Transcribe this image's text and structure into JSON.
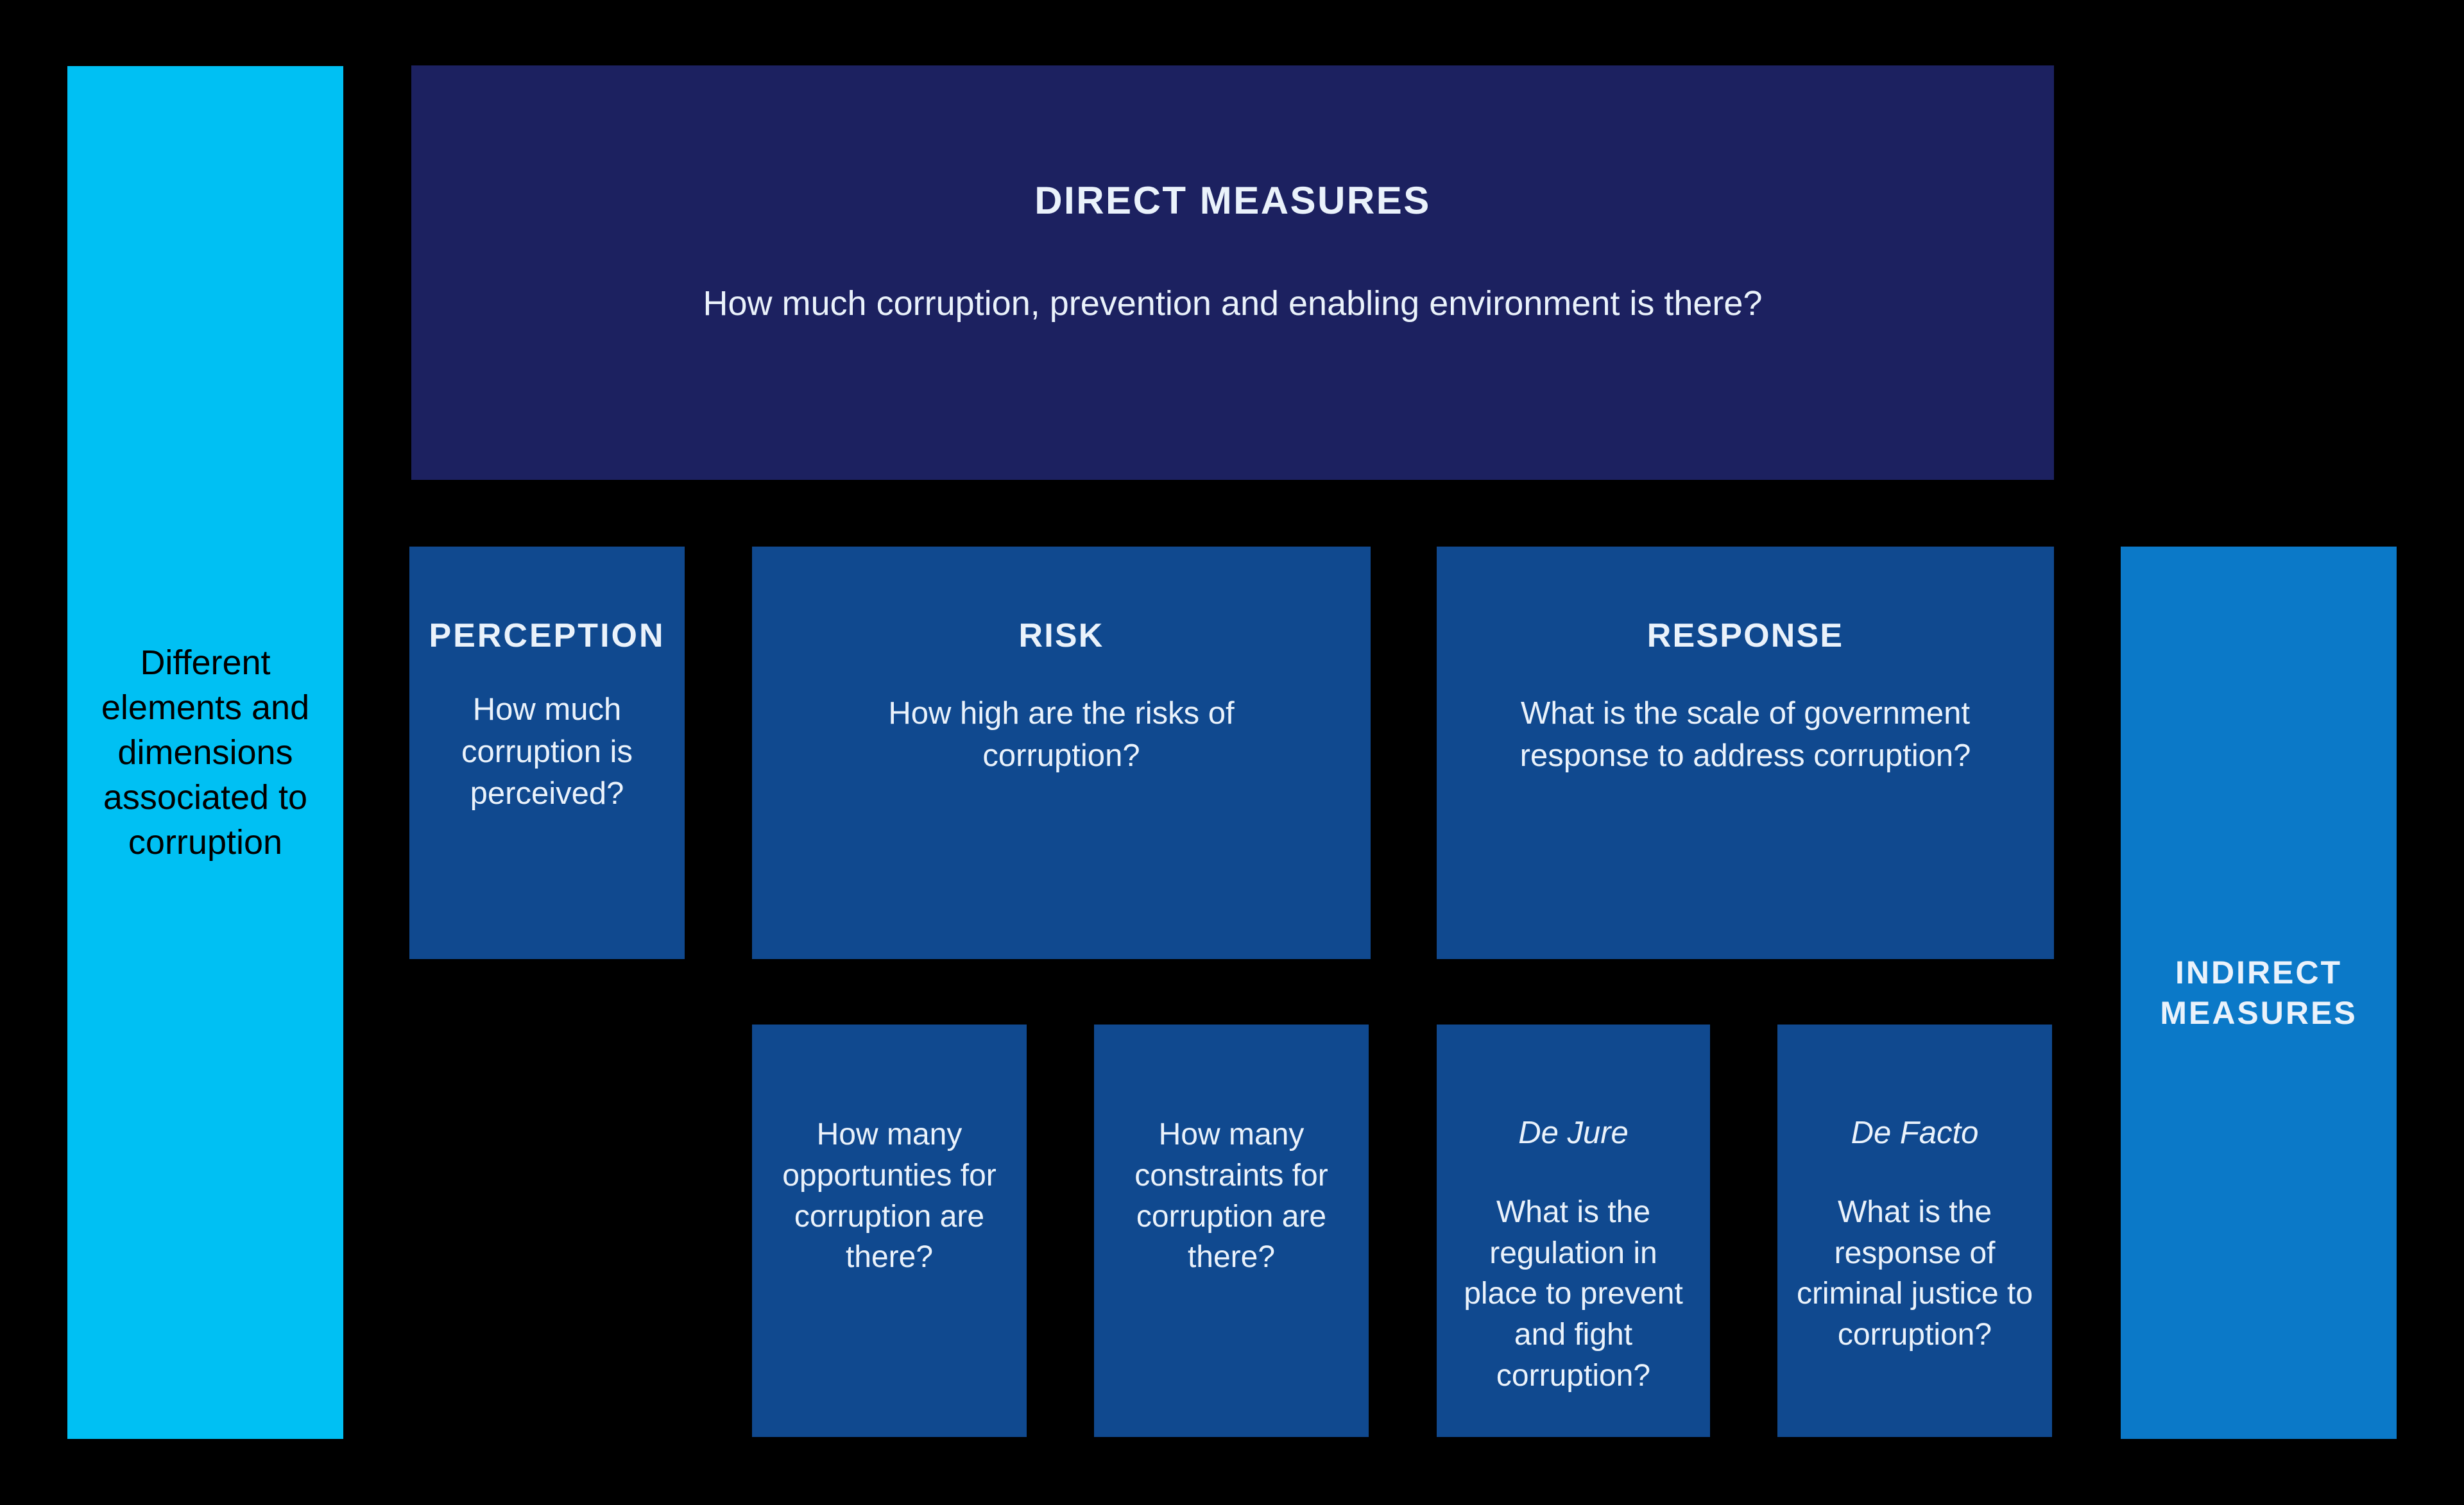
{
  "diagram": {
    "background_color": "#000000",
    "left_spine": {
      "text": "Different elements and dimensions associated to corruption",
      "color": "#00c0f3"
    },
    "direct_measures": {
      "title": "DIRECT MEASURES",
      "question": "How much corruption, prevention and enabling environment is there?",
      "color": "#1c2160"
    },
    "pillars": [
      {
        "title": "PERCEPTION",
        "question": "How much corruption is perceived?",
        "color": "#10498f"
      },
      {
        "title": "RISK",
        "question": "How high are the risks of corruption?",
        "color": "#10498f"
      },
      {
        "title": "RESPONSE",
        "question": "What is the scale of government response to address corruption?",
        "color": "#10498f"
      }
    ],
    "leaves": [
      {
        "label": "",
        "question": "How many opportunties for corruption are there?",
        "color": "#10498f"
      },
      {
        "label": "",
        "question": "How many constraints for corruption are there?",
        "color": "#10498f"
      },
      {
        "label": "De Jure",
        "question": "What is the regulation in place to prevent and fight corruption?",
        "color": "#10498f"
      },
      {
        "label": "De Facto",
        "question": "What is the response of criminal justice to corruption?",
        "color": "#10498f"
      }
    ],
    "right_spine": {
      "text": "INDIRECT MEASURES",
      "color": "#0b79c8"
    }
  }
}
